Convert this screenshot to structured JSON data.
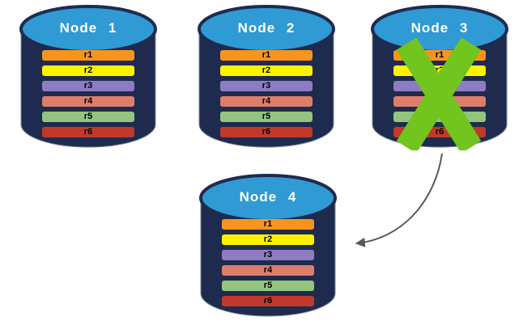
{
  "diagram": {
    "nodes": [
      {
        "label": "Node 1",
        "rows": [
          "r1",
          "r2",
          "r3",
          "r4",
          "r5",
          "r6"
        ]
      },
      {
        "label": "Node 2",
        "rows": [
          "r1",
          "r2",
          "r3",
          "r4",
          "r5",
          "r6"
        ]
      },
      {
        "label": "Node 3",
        "rows": [
          "r1",
          "r2",
          "r3",
          "r4",
          "r5",
          "r6"
        ],
        "crossed_out": true
      },
      {
        "label": "Node 4",
        "rows": [
          "r1",
          "r2",
          "r3",
          "r4",
          "r5",
          "r6"
        ]
      }
    ],
    "row_colors": {
      "r1": "#F7941E",
      "r2": "#FFF200",
      "r3": "#8E7CC3",
      "r4": "#DD7E6B",
      "r5": "#93C47D",
      "r6": "#C0392B"
    },
    "colors": {
      "cylinder_body": "#1E2B4E",
      "cylinder_top": "#2F9AD3",
      "cylinder_outline": "#7E8AA0",
      "failure_x": "#72C41E",
      "arrow": "#595959",
      "title_text": "#FFFFFF",
      "row_text": "#000000"
    }
  }
}
